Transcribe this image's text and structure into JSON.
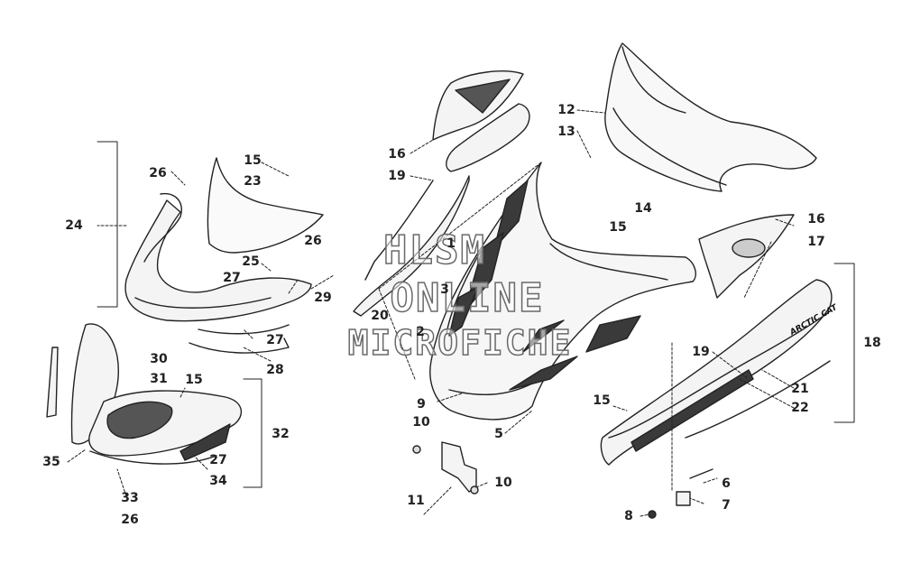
{
  "watermark": {
    "line1": "HLSM",
    "line2": "ONLINE",
    "line3": "MICROFICHE"
  },
  "decal_text": "ARCTIC CAT",
  "colors": {
    "line": "#222222",
    "fill": "#f4f4f4",
    "mesh": "#3a3a3a",
    "watermark_stroke": "#6a6a6a"
  },
  "callouts": [
    "1",
    "2",
    "3",
    "5",
    "6",
    "7",
    "8",
    "9",
    "10",
    "10",
    "11",
    "12",
    "13",
    "14",
    "15",
    "15",
    "15",
    "15",
    "16",
    "16",
    "17",
    "18",
    "19",
    "19",
    "20",
    "21",
    "22",
    "23",
    "24",
    "25",
    "26",
    "26",
    "26",
    "27",
    "27",
    "27",
    "27",
    "28",
    "29",
    "30",
    "31",
    "32",
    "33",
    "34",
    "35"
  ]
}
